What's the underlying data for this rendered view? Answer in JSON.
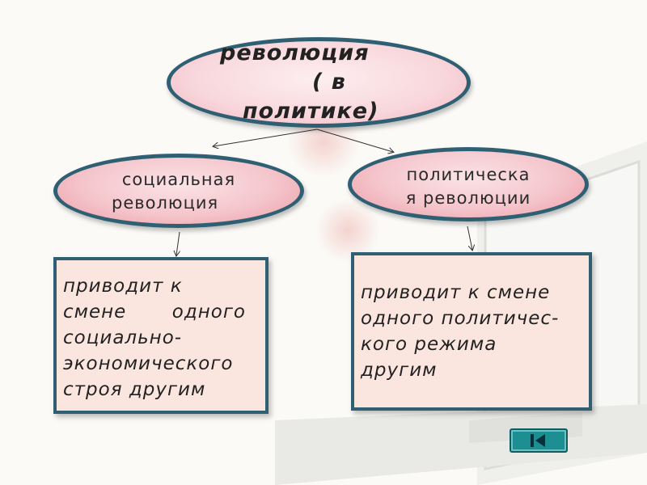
{
  "top": {
    "line1": "революция",
    "line2": "( в",
    "line3": "политике)"
  },
  "left": {
    "title_line1": "социальная",
    "title_line2": "революция",
    "desc_line1": "приводит к",
    "desc_line2a": "смене",
    "desc_line2b": "одного",
    "desc_line3": "социально-",
    "desc_line4": "экономического",
    "desc_line5": "строя другим"
  },
  "right": {
    "title_line1": "политическа",
    "title_line2": "я революции",
    "desc_line1": "приводит к смене",
    "desc_line2": "одного политичес-",
    "desc_line3": "кого режима",
    "desc_line4": "другим"
  },
  "nav": {
    "icon": "back-to-start-icon"
  },
  "colors": {
    "outline": "#2f5f73",
    "oval_fill": "#f4c6cc",
    "box_fill": "#fbe6df",
    "nav_button": "#1d8e92"
  }
}
